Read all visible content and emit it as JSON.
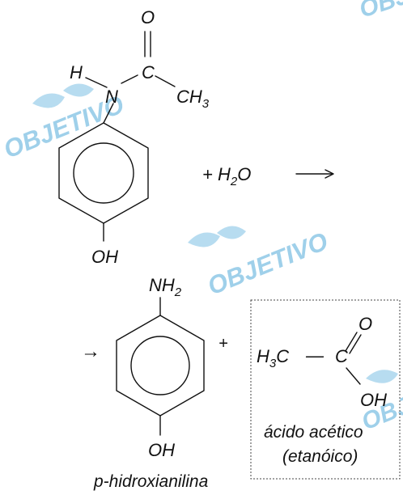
{
  "watermark": {
    "text": "OBJETIVO",
    "color": "#9fd0ea"
  },
  "reactant": {
    "amide_oxygen": "O",
    "hydrogen": "H",
    "nitrogen": "N",
    "carbonyl_carbon": "C",
    "methyl": "CH",
    "methyl_sub": "3",
    "hydroxyl": "OH"
  },
  "reagent": {
    "prefix": "+ H",
    "sub": "2",
    "suffix": "O"
  },
  "product_amine": {
    "amine": "NH",
    "amine_sub": "2",
    "hydroxyl": "OH",
    "name": "p-hidroxianilina"
  },
  "plus_sign": "+",
  "reaction_arrow": "→",
  "acetic_acid": {
    "methyl_prefix": "H",
    "methyl_sub": "3",
    "methyl_suffix": "C",
    "bond_dash": "—",
    "carbon": "C",
    "oxygen": "O",
    "hydroxyl": "OH",
    "name_line1": "ácido acético",
    "name_line2": "(etanóico)"
  }
}
